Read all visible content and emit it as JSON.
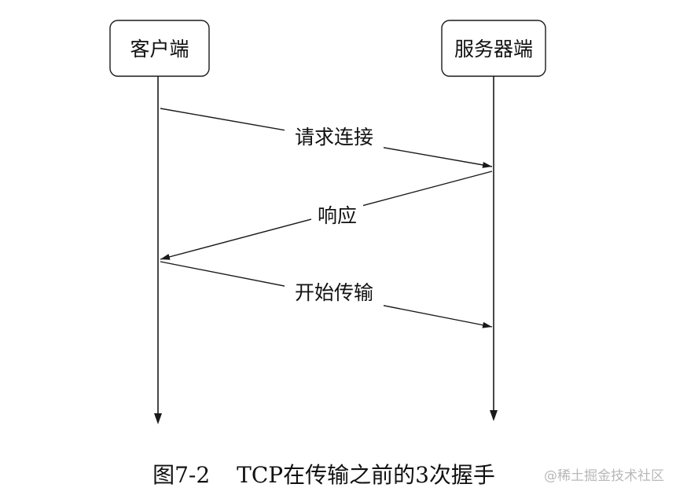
{
  "diagram": {
    "participants": [
      {
        "id": "client",
        "label": "客户端"
      },
      {
        "id": "server",
        "label": "服务器端"
      }
    ],
    "messages": [
      {
        "from": "client",
        "to": "server",
        "label": "请求连接"
      },
      {
        "from": "server",
        "to": "client",
        "label": "响应"
      },
      {
        "from": "client",
        "to": "server",
        "label": "开始传输"
      }
    ]
  },
  "caption": {
    "figure_number": "图7-2",
    "text": "TCP在传输之前的3次握手"
  },
  "watermark": "@稀土掘金技术社区",
  "colors": {
    "ink": "#1a1a1a",
    "watermark": "#b8b8b8"
  }
}
